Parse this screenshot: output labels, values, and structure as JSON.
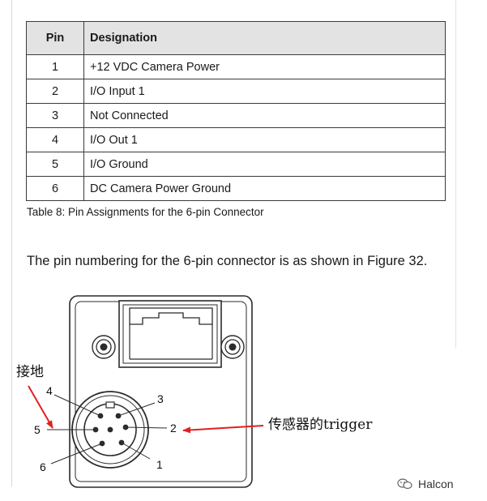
{
  "table": {
    "headers": {
      "pin": "Pin",
      "designation": "Designation"
    },
    "rows": [
      {
        "pin": "1",
        "designation": "+12 VDC Camera Power"
      },
      {
        "pin": "2",
        "designation": "I/O Input 1"
      },
      {
        "pin": "3",
        "designation": "Not Connected"
      },
      {
        "pin": "4",
        "designation": "I/O Out 1"
      },
      {
        "pin": "5",
        "designation": "I/O Ground"
      },
      {
        "pin": "6",
        "designation": "DC Camera Power Ground"
      }
    ],
    "caption": "Table 8: Pin Assignments for the 6-pin Connector"
  },
  "paragraph": "The pin numbering for the 6-pin connector is as shown in Figure 32.",
  "figure": {
    "ground_label": "接地",
    "sensor_label": "传感器的trigger",
    "pin_labels": {
      "p1": "1",
      "p2": "2",
      "p3": "3",
      "p4": "4",
      "p5": "5",
      "p6": "6"
    },
    "annotation_color": "#e02020"
  },
  "watermark": {
    "text": "Halcon",
    "icon": "wechat-icon"
  }
}
